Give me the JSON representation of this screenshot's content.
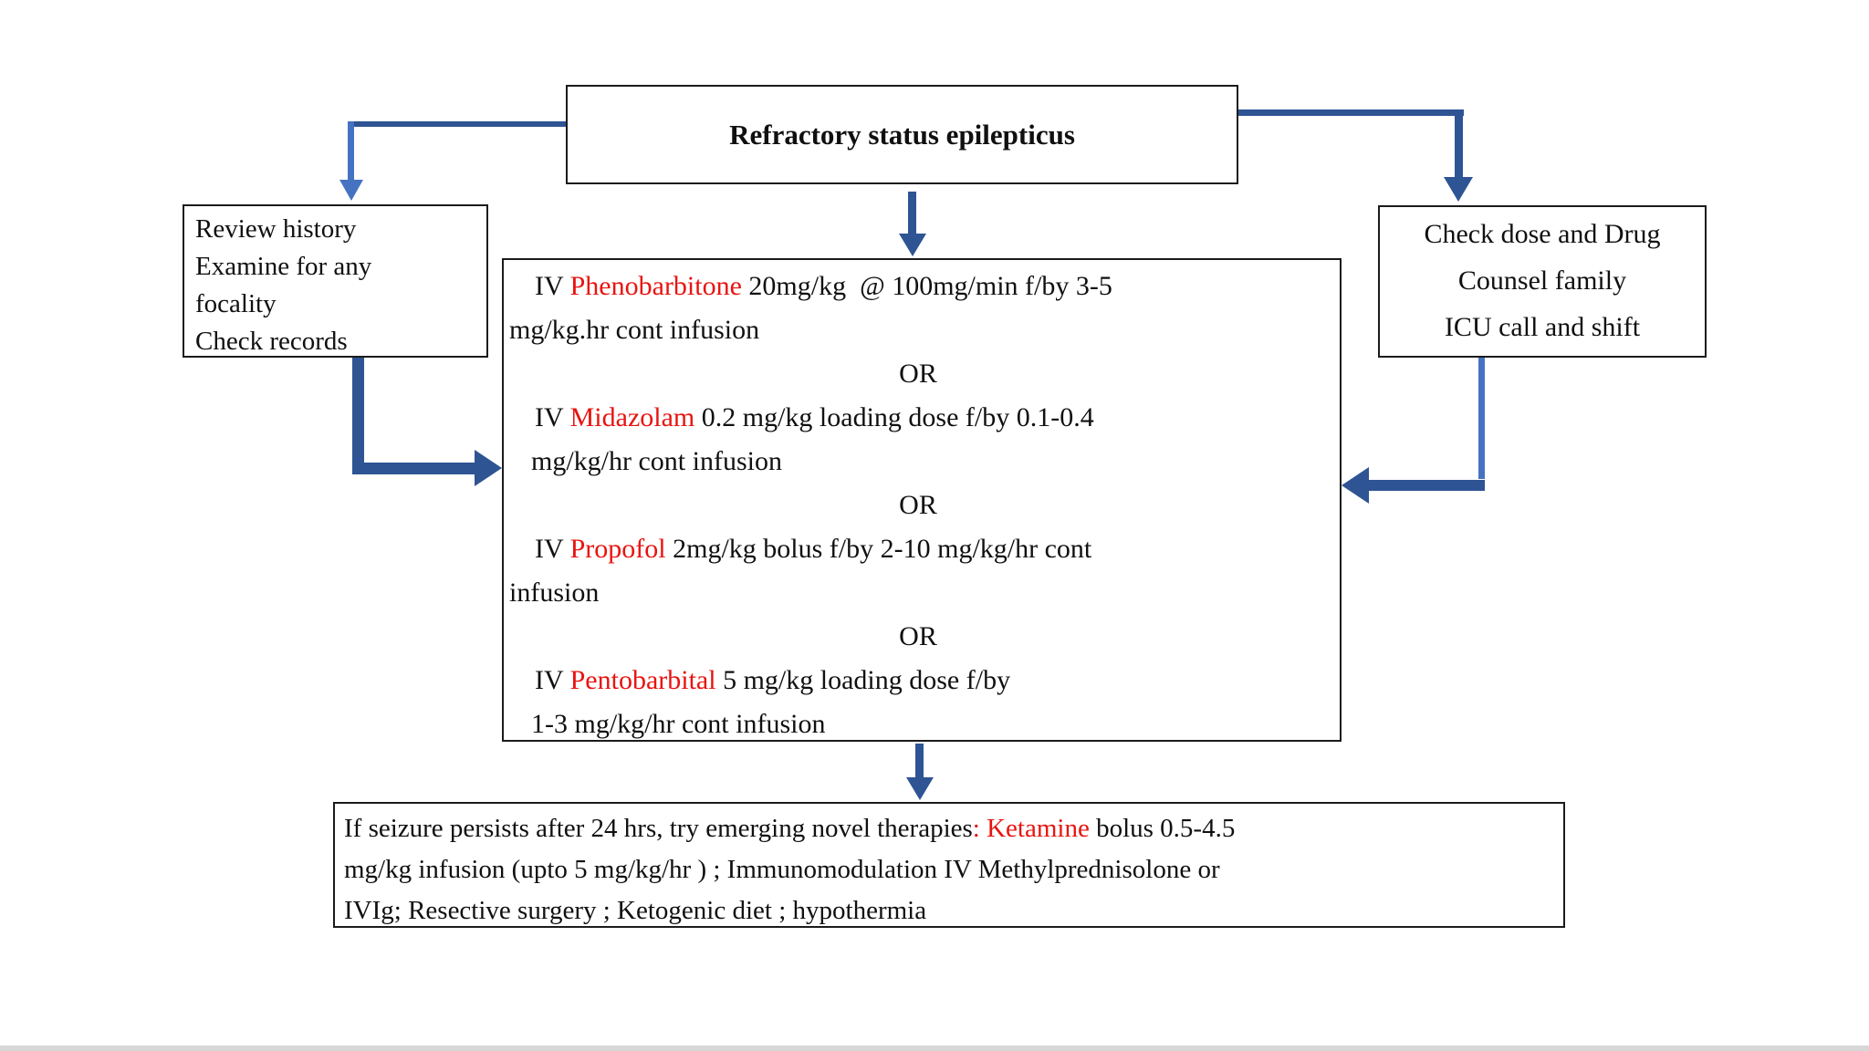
{
  "colors": {
    "arrow_dark": "#2e5494",
    "arrow_light": "#4673c1",
    "drug_red": "#e81410",
    "border_black": "#1b1b1b",
    "page_bg": "#ffffff"
  },
  "flowchart": {
    "title_box": {
      "text": "Refractory status epilepticus"
    },
    "left_box": {
      "lines": [
        "Review history",
        "Examine for any",
        "focality",
        "Check records"
      ]
    },
    "right_box": {
      "lines": [
        "Check dose and Drug",
        "Counsel family",
        "ICU call and shift"
      ]
    },
    "treatment_box": {
      "or_separator": "OR",
      "options": [
        {
          "pre": "IV ",
          "drug": "Phenobarbitone",
          "post": " 20mg/kg  @ 100mg/min f/by 3-5",
          "line2": "mg/kg.hr cont infusion"
        },
        {
          "pre": "IV ",
          "drug": "Midazolam",
          "post": " 0.2 mg/kg loading dose f/by 0.1-0.4",
          "line2": "mg/kg/hr cont infusion"
        },
        {
          "pre": "IV ",
          "drug": "Propofol",
          "post": " 2mg/kg bolus f/by 2-10 mg/kg/hr cont",
          "line2": "infusion"
        },
        {
          "pre": "IV ",
          "drug": "Pentobarbital",
          "post": " 5 mg/kg loading dose f/by",
          "line2": "1-3 mg/kg/hr cont infusion"
        }
      ]
    },
    "novel_therapies_box": {
      "line1_pre": "If seizure persists after 24 hrs, try emerging novel therapies",
      "line1_drug": ": Ketamine",
      "line1_post": " bolus 0.5-4.5",
      "line2": "mg/kg infusion (upto 5 mg/kg/hr ) ; Immunomodulation IV Methylprednisolone or",
      "line3": "IVIg; Resective surgery ; Ketogenic diet ; hypothermia"
    }
  }
}
